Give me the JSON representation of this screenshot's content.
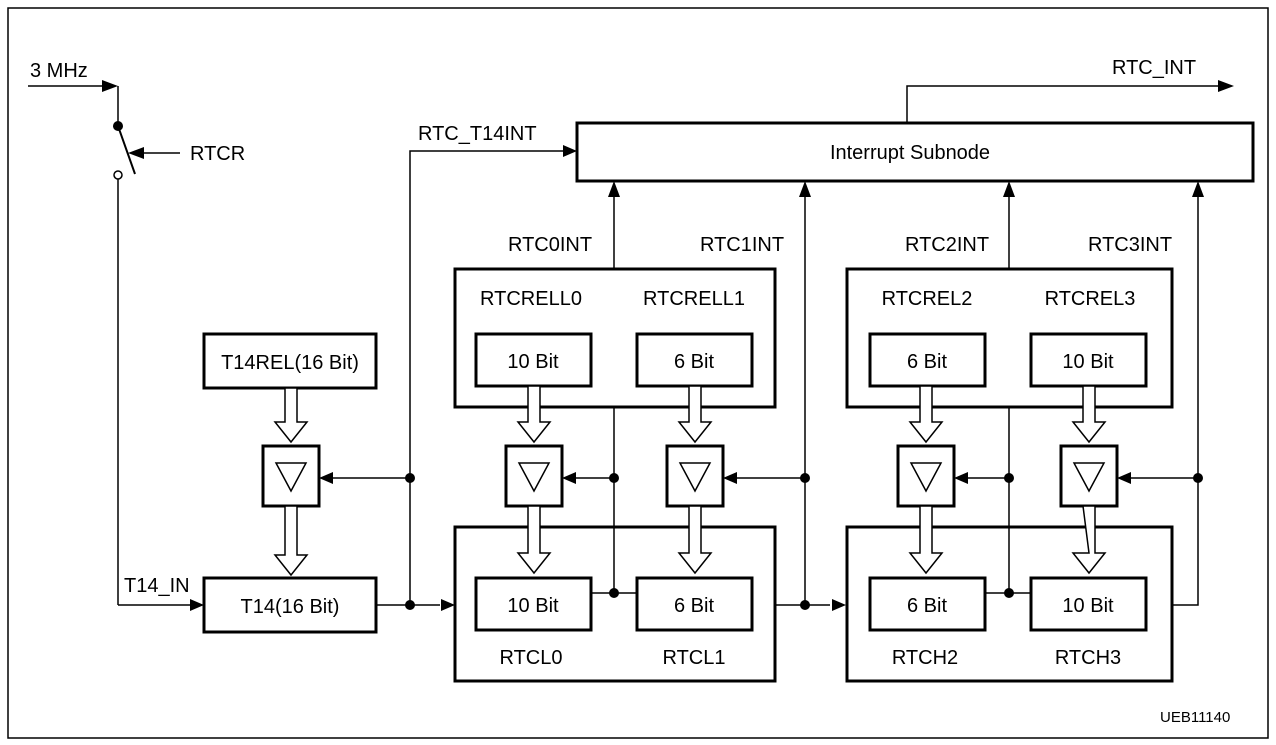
{
  "labels": {
    "input_clock": "3 MHz",
    "rtcr": "RTCR",
    "rtc_t14int": "RTC_T14INT",
    "rtc_int": "RTC_INT",
    "interrupt_subnode": "Interrupt Subnode",
    "rtc0int": "RTC0INT",
    "rtc1int": "RTC1INT",
    "rtc2int": "RTC2INT",
    "rtc3int": "RTC3INT",
    "t14rel": "T14REL(16 Bit)",
    "t14": "T14(16 Bit)",
    "t14_in": "T14_IN",
    "rtcrell0": "RTCRELL0",
    "rtcrell1": "RTCRELL1",
    "rtcrel2": "RTCREL2",
    "rtcrel3": "RTCREL3",
    "rtcl0": "RTCL0",
    "rtcl1": "RTCL1",
    "rtch2": "RTCH2",
    "rtch3": "RTCH3",
    "figure_id": "UEB11140"
  },
  "cells": {
    "rel0": "10 Bit",
    "rel1": "6 Bit",
    "rel2": "6 Bit",
    "rel3": "10 Bit",
    "cnt0": "10 Bit",
    "cnt1": "6 Bit",
    "cnt2": "6 Bit",
    "cnt3": "10 Bit"
  }
}
